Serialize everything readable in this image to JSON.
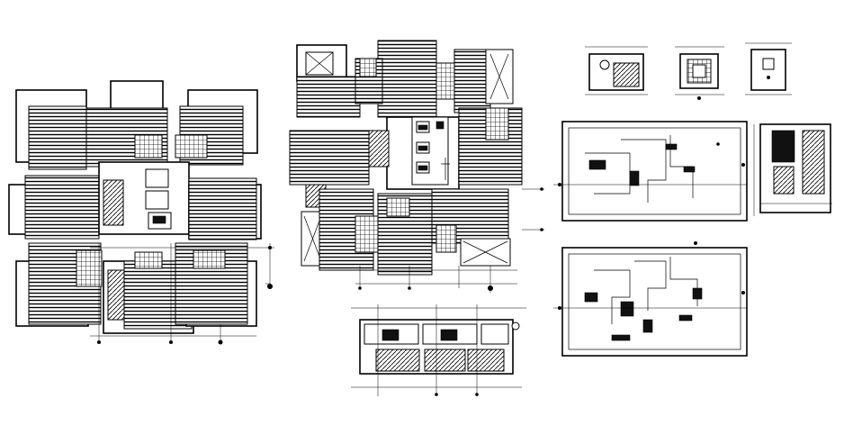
{
  "drawing": {
    "background": "#ffffff",
    "ink": "#000000",
    "views": [
      {
        "id": "floor-plan-left"
      },
      {
        "id": "floor-plan-center"
      },
      {
        "id": "building-section"
      },
      {
        "id": "toilet-detail-1"
      },
      {
        "id": "toilet-detail-2"
      },
      {
        "id": "toilet-detail-3"
      },
      {
        "id": "elevation-upper"
      },
      {
        "id": "elevation-side"
      },
      {
        "id": "elevation-lower"
      }
    ]
  }
}
